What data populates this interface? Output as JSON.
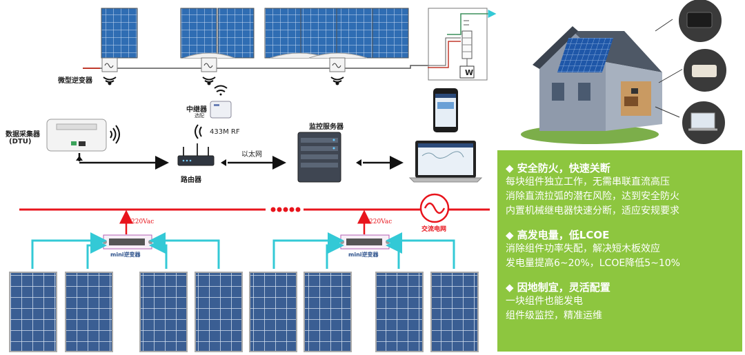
{
  "labels": {
    "micro_inverter": "微型逆变器",
    "repeater": "中继器",
    "repeater_sub": "选配",
    "rf": "433M RF",
    "dtu_line1": "数据采集器",
    "dtu_line2": "(DTU)",
    "router": "路由器",
    "ethernet": "以太网",
    "server": "监控服务器",
    "meter": "W",
    "voltage_left": "220Vac",
    "voltage_right": "220Vac",
    "inverter_left": "mini逆变器",
    "inverter_right": "mini逆变器",
    "grid": "交流电网"
  },
  "features": {
    "item1": {
      "title": "◆ 安全防火，快速关断",
      "lines": [
        "每块组件独立工作，无需串联直流高压",
        "消除直流拉弧的潜在风险，达到安全防火",
        "内置机械继电器快速分断，适应安规要求"
      ]
    },
    "item2": {
      "title": "◆ 高发电量，低LCOE",
      "lines": [
        "消除组件功率失配，解决短木板效应",
        "发电量提高6~20%，LCOE降低5~10%"
      ]
    },
    "item3": {
      "title": "◆ 因地制宜，灵活配置",
      "lines": [
        "一块组件也能发电",
        "组件级监控，精准运维"
      ]
    }
  },
  "colors": {
    "panel_green": "#8dc63f",
    "grid_red": "#e8141c",
    "cable_cyan": "#33c9d6",
    "solar_blue": "#2f6db3"
  }
}
